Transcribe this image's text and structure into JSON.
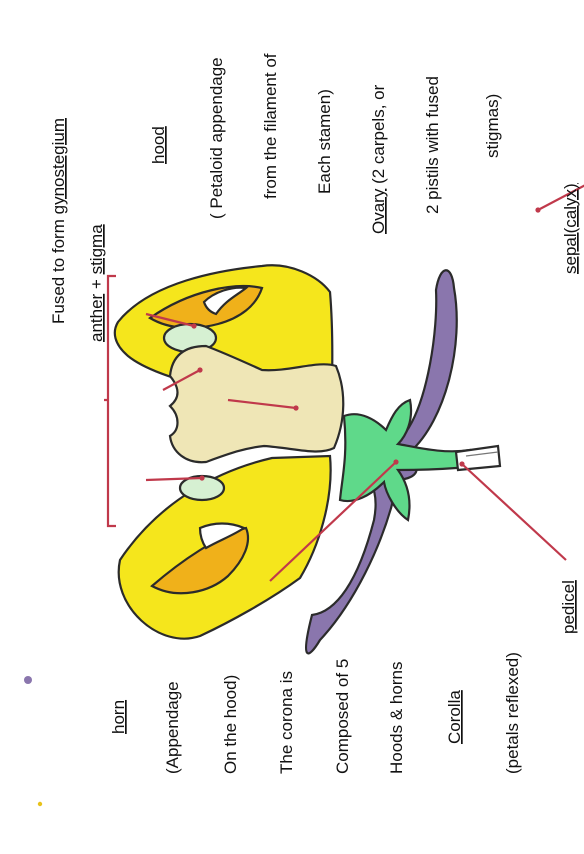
{
  "labels": {
    "gynostegium_prefix": "Fused to form ",
    "gynostegium_term": "gynostegium",
    "anther_term": "anther",
    "anther_plus": " + ",
    "stigma_term": "stigma",
    "hood_term": "hood",
    "hood_desc_1": "( Petaloid appendage",
    "hood_desc_2": "from the filament of",
    "hood_desc_3": "Each stamen)",
    "ovary_term": "Ovary",
    "ovary_desc_1": " (2 carpels, or",
    "ovary_desc_2": "2 pistils with fused",
    "ovary_desc_3": "stigmas)",
    "sepal_term": "sepal(calyx)",
    "pedicel_term": "pedicel",
    "horn_term": "horn",
    "horn_desc_1": "(Appendage",
    "horn_desc_2": "On the hood)",
    "corona_1": "The corona is",
    "corona_2": "Composed of 5",
    "corona_3": "Hoods & horns",
    "corolla_term": "Corolla",
    "corolla_desc": "(petals reflexed)"
  },
  "colors": {
    "hood": "#f5e61c",
    "hood_inner": "#f0b11a",
    "corolla": "#8a76ad",
    "sepal": "#5fd98a",
    "gynostegium": "#efe6b6",
    "anther": "#d6f0d2",
    "leader": "#c0394b"
  }
}
